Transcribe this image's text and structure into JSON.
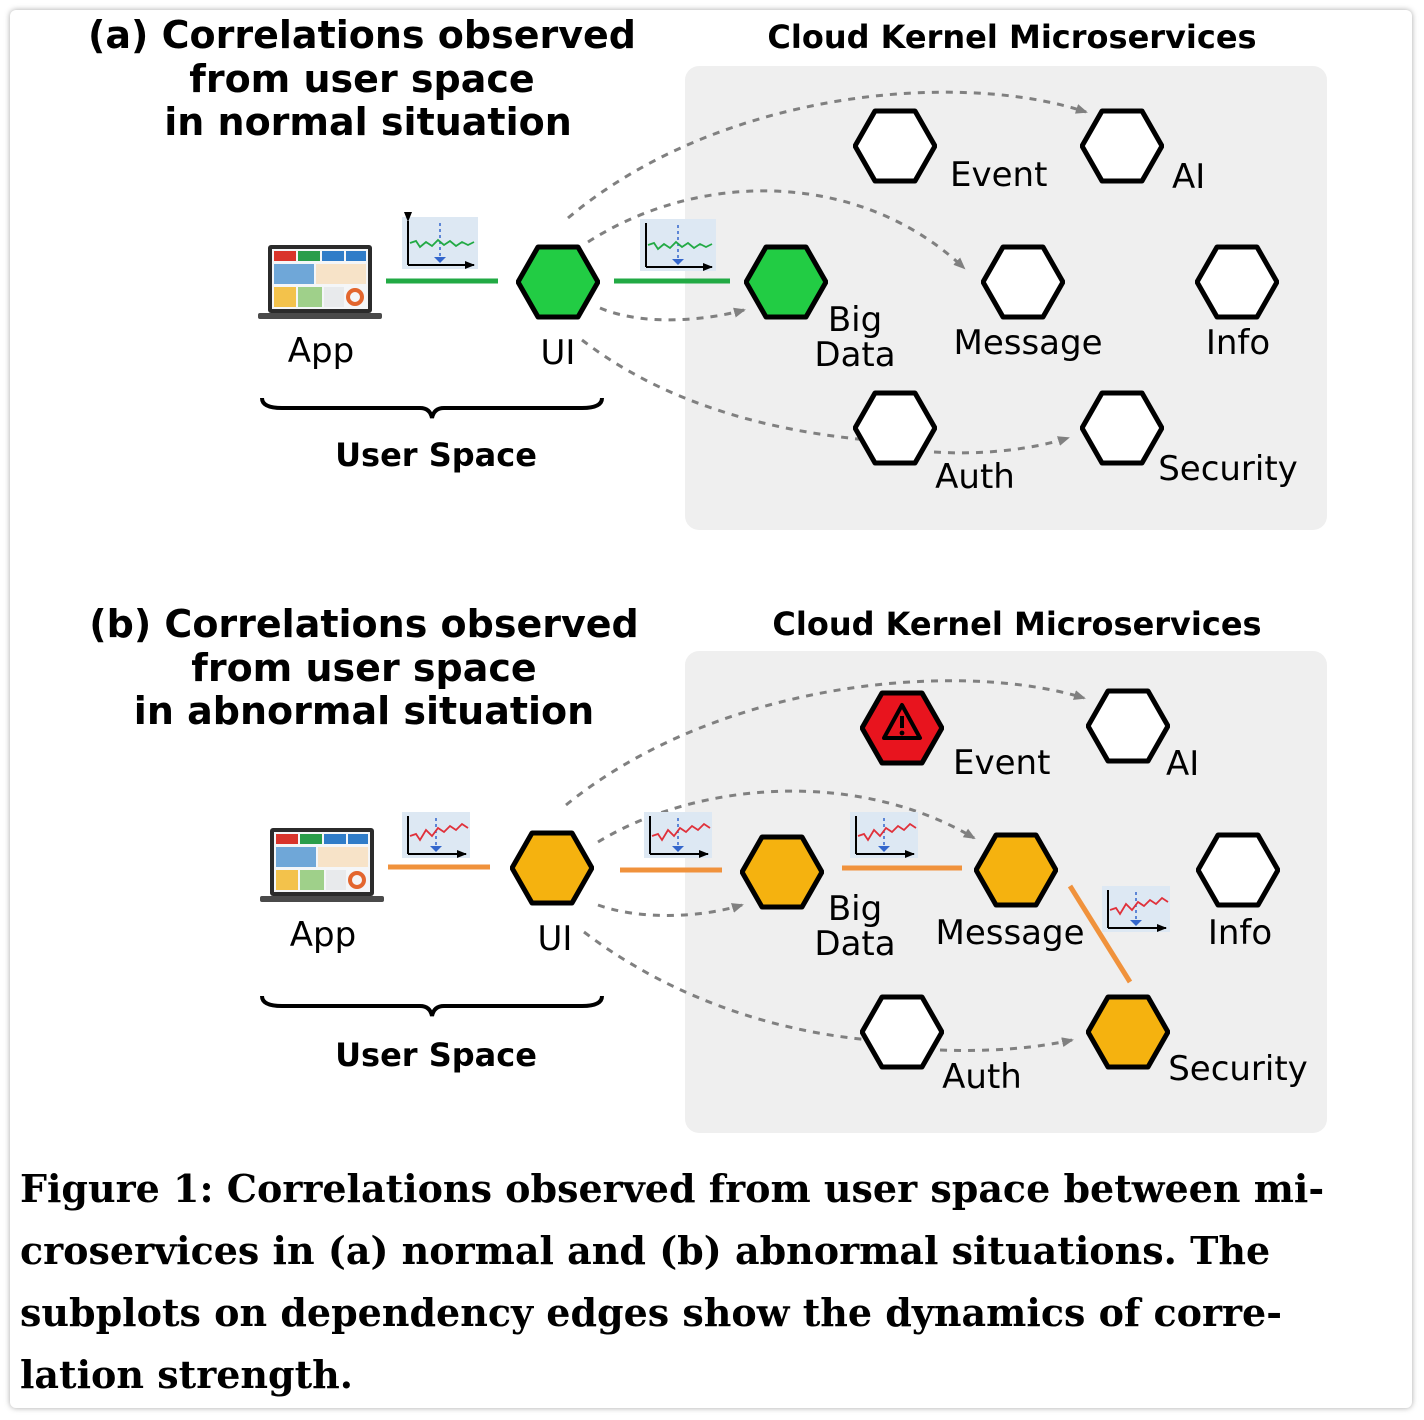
{
  "panel_a": {
    "title_lines": [
      "(a) Correlations observed",
      "from user space",
      "in normal situation"
    ],
    "cloud_title": "Cloud Kernel Microservices",
    "user_space_label": "User Space",
    "nodes": {
      "app": "App",
      "ui": "UI",
      "big_data_1": "Big",
      "big_data_2": "Data",
      "event": "Event",
      "ai": "AI",
      "message": "Message",
      "info": "Info",
      "auth": "Auth",
      "security": "Security"
    },
    "status": {
      "ui": "normal",
      "big_data": "normal",
      "event": "idle",
      "ai": "idle",
      "message": "idle",
      "info": "idle",
      "auth": "idle",
      "security": "idle"
    }
  },
  "panel_b": {
    "title_lines": [
      "(b) Correlations observed",
      "from user space",
      "in abnormal situation"
    ],
    "cloud_title": "Cloud Kernel Microservices",
    "user_space_label": "User Space",
    "nodes": {
      "app": "App",
      "ui": "UI",
      "big_data_1": "Big",
      "big_data_2": "Data",
      "event": "Event",
      "ai": "AI",
      "message": "Message",
      "info": "Info",
      "auth": "Auth",
      "security": "Security"
    },
    "status": {
      "ui": "affected",
      "big_data": "affected",
      "event": "faulty",
      "ai": "idle",
      "message": "affected",
      "info": "idle",
      "auth": "idle",
      "security": "affected"
    }
  },
  "colors": {
    "normal_node": "#22cc44",
    "affected_node": "#f5b20f",
    "faulty_node": "#e8141e",
    "idle_node": "#ffffff",
    "normal_edge": "#22aa44",
    "abnormal_edge": "#f0923c",
    "dependency_edge": "#808080",
    "cloud_background": "#efefef"
  },
  "caption_lines": [
    "Figure 1: Correlations observed from user space between mi-",
    "croservices in (a) normal and (b) abnormal situations. The",
    "subplots on dependency edges show the dynamics of corre-",
    "lation strength."
  ]
}
